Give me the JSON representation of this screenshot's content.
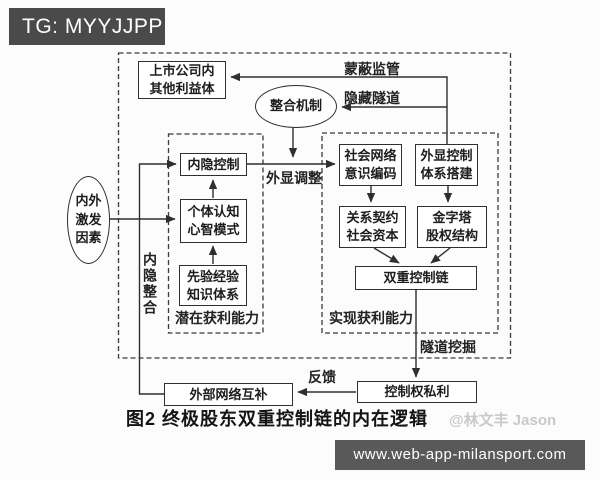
{
  "watermarks": {
    "tg_badge": "TG: MYYJJPP",
    "author_credit": "@林文丰 Jason",
    "site_bar": "www.web-app-milansport.com"
  },
  "colors": {
    "badge_bg": "#4a4a4a",
    "site_bar_bg": "#595959",
    "diagram_line": "#2f2f2f",
    "watermark_text": "#c9c9c9"
  },
  "figure": {
    "caption": "图2  终极股东双重控制链的内在逻辑",
    "nodes": {
      "listed_company": "上市公司内\n其他利益体",
      "integration_mechanism": "整合机制",
      "internal_external_stimulus": "内外\n激发\n因素",
      "implicit_control": "内隐控制",
      "cognitive_mental_model": "个体认知\n心智模式",
      "prior_knowledge_system": "先验经验\n知识体系",
      "social_network_coding": "社会网络\n意识编码",
      "explicit_control_system": "外显控制\n体系搭建",
      "relational_social_capital": "关系契约\n社会资本",
      "pyramid_equity_structure": "金字塔\n股权结构",
      "dual_control_chain": "双重控制链",
      "control_private_benefit": "控制权私利",
      "external_network_complement": "外部网络互补"
    },
    "labels": {
      "deceive_regulation": "蒙蔽监管",
      "hidden_tunnel": "隐藏隧道",
      "explicit_adjustment": "外显调整",
      "implicit_integration": "内隐整合",
      "potential_profit_ability": "潜在获利能力",
      "realized_profit_ability": "实现获利能力",
      "tunneling": "隧道挖掘",
      "feedback": "反馈"
    }
  }
}
